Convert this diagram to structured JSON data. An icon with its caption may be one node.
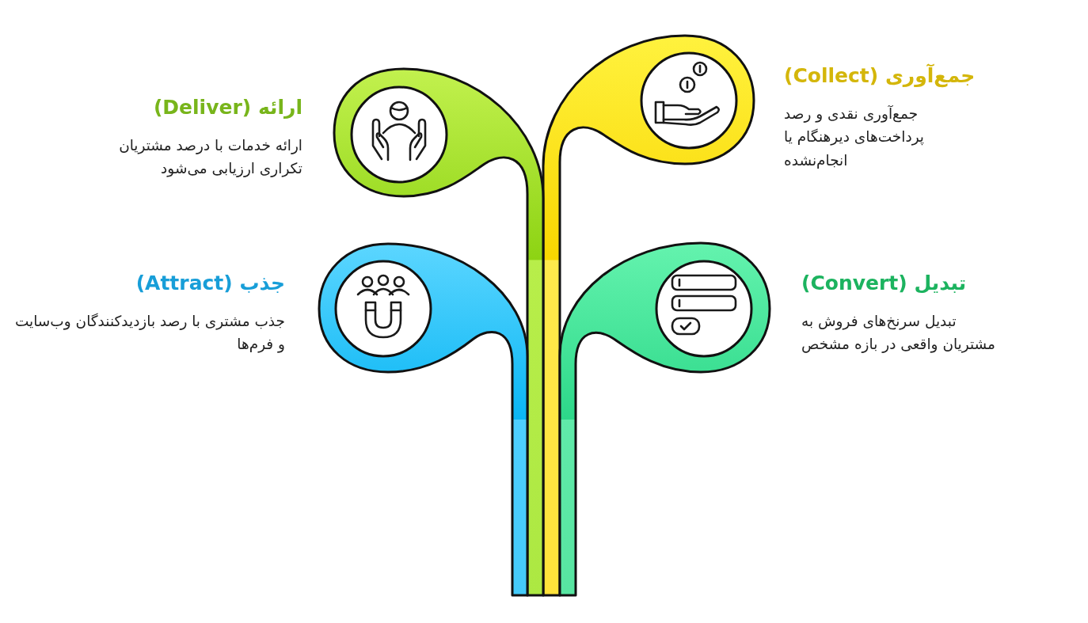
{
  "diagram": {
    "nodes": [
      {
        "text": [
          "جمع‌آوری (Collect)",
          "جمع‌آوری نقدی و رصد پرداخت‌های دیرهنگام یا انجام‌نشده"
        ]
      },
      {
        "text": [
          "ارائه (Deliver)",
          "ارائه خدمات با درصد مشتریان تکراری ارزیابی می‌شود"
        ]
      },
      {
        "text": [
          "تبدیل (Convert)",
          "تبدیل سرنخ‌های فروش به مشتریان واقعی در بازه مشخص"
        ]
      },
      {
        "text": [
          "جذب (Attract)",
          "جذب مشتری با رصد بازدیدکنندگان وب‌سایت و فرم‌ها"
        ]
      }
    ]
  }
}
